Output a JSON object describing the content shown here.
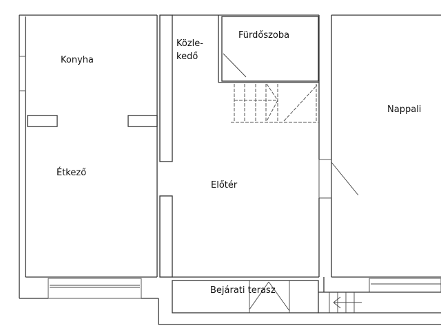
{
  "rooms": {
    "konyha": "Konyha",
    "etkezo": "Étkező",
    "kozlekedo_line1": "Közle-",
    "kozlekedo_line2": "kedő",
    "furdoszoba": "Fürdőszoba",
    "eloter": "Előtér",
    "nappali": "Nappali",
    "bejarati_terasz": "Bejárati terasz"
  }
}
